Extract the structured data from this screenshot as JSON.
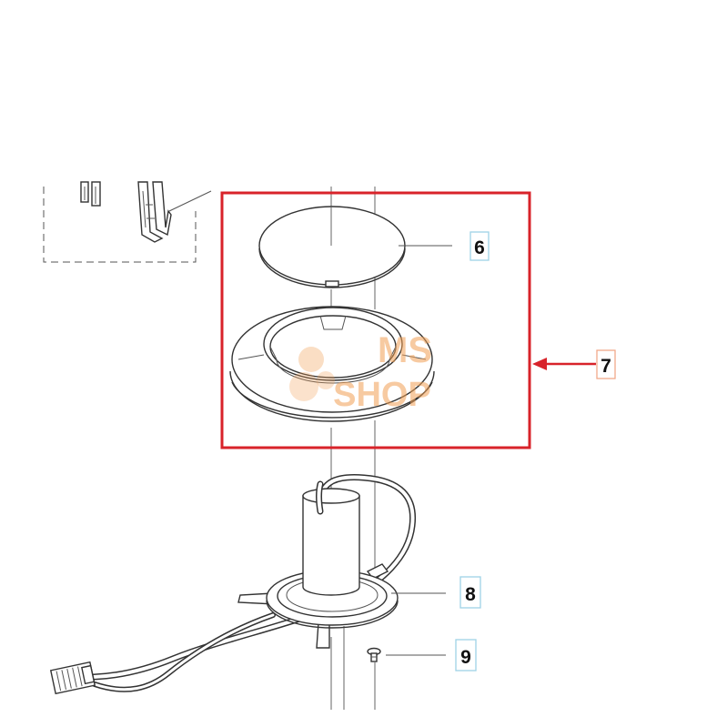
{
  "callouts": {
    "part_6": "6",
    "part_7": "7",
    "part_8": "8",
    "part_9": "9"
  },
  "watermark": {
    "line1": "MS",
    "line2": "SHOP"
  },
  "colors": {
    "highlight_frame": "#d8232a",
    "callout_border_blue": "#9fd3e6",
    "callout_border_orange": "#f2a98a",
    "watermark": "#f2a055",
    "line": "#333333"
  }
}
